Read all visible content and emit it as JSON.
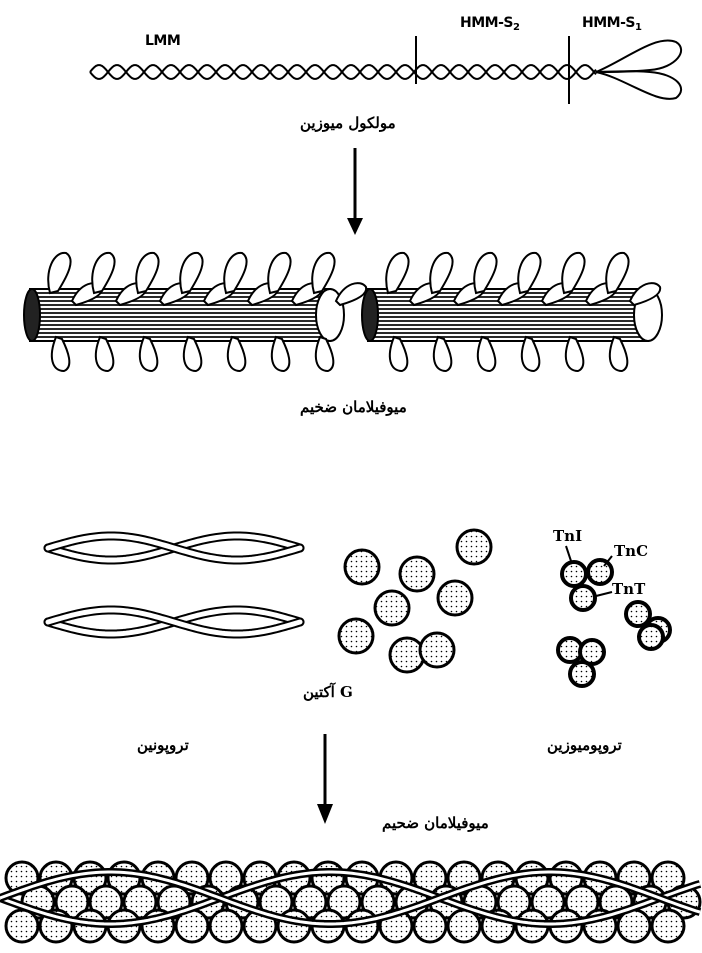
{
  "labels": {
    "lmm": "LMM",
    "hmm_s2": "HMM-S",
    "hmm_s2_sub": "2",
    "hmm_s1": "HMM-S",
    "hmm_s1_sub": "1",
    "myosin_molecule": "مولکول میوزین",
    "thick_myofilament": "میوفیلامان ضخیم",
    "tni": "TnI",
    "tnc": "TnC",
    "tnt": "TnT",
    "g_actin": "G آکتین",
    "troponin": "تروپونین",
    "tropomyosin": "تروپومیوزین",
    "thin_myofilament": "میوفیلامان ضحیم"
  },
  "colors": {
    "ink": "#000000",
    "paper": "#ffffff",
    "hatch": "#2a2a2a"
  }
}
